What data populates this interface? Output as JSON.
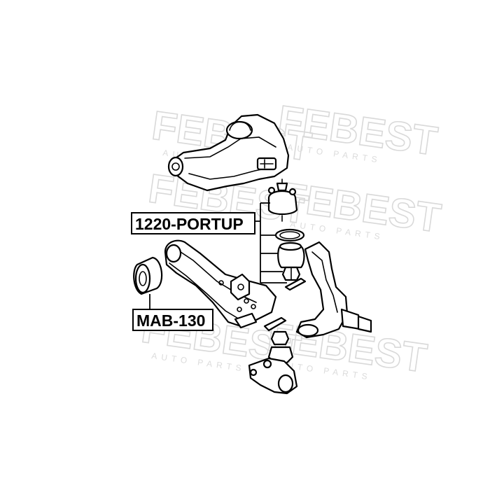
{
  "watermark": {
    "brand": "FEBEST",
    "sub": "AUTO PARTS"
  },
  "labels": {
    "upper": "1220-PORTUP",
    "lower": "MAB-130"
  }
}
